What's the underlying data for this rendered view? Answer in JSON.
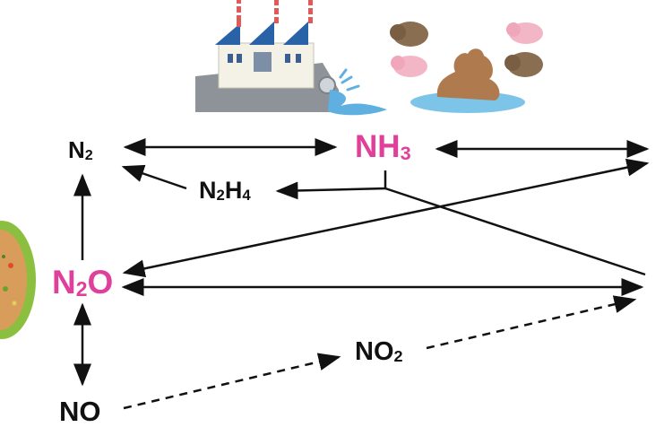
{
  "nodes": {
    "n2": {
      "main": "N",
      "sub": "2",
      "color": "#111111"
    },
    "nh3": {
      "main": "NH",
      "sub": "3",
      "color": "#e0409a"
    },
    "n2h4": {
      "a": "N",
      "s1": "2",
      "b": "H",
      "s2": "4",
      "color": "#111111"
    },
    "n2o": {
      "a": "N",
      "s1": "2",
      "b": "O",
      "color": "#e0409a"
    },
    "no": {
      "main": "NO",
      "color": "#111111"
    },
    "no2": {
      "main": "NO",
      "sub": "2",
      "color": "#111111"
    }
  },
  "icons": [
    "factory-icon",
    "water-discharge-icon",
    "pig-icon",
    "manure-icon",
    "soil-icon"
  ],
  "colors": {
    "accent": "#e0409a",
    "arrow": "#111111",
    "water": "#5fb0e0",
    "manure": "#b07a4f",
    "soil": "#8cbf3f"
  }
}
